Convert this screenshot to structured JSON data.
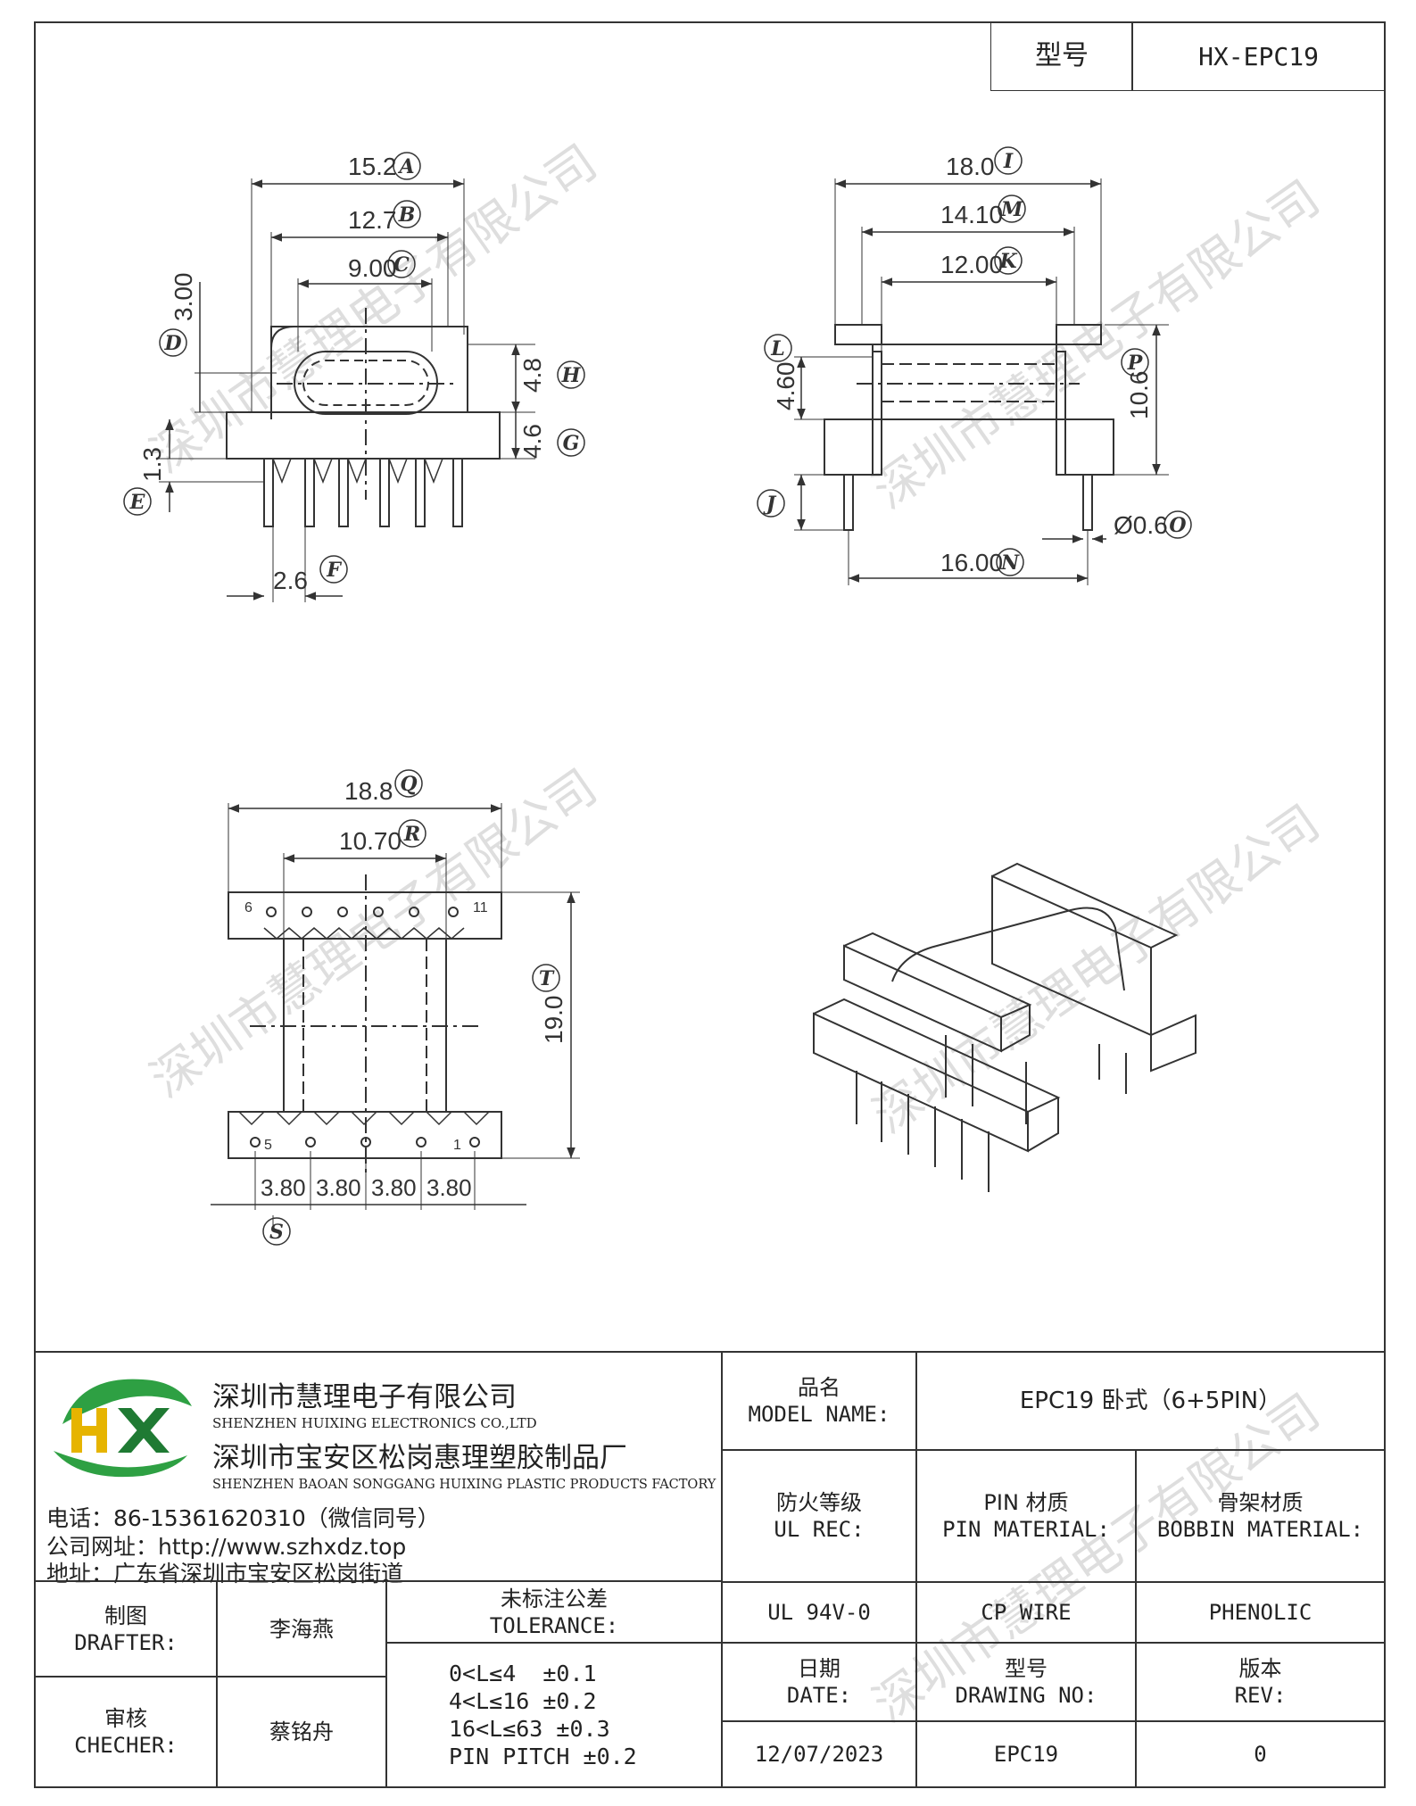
{
  "header": {
    "model_label": "型号",
    "model_value": "HX-EPC19"
  },
  "watermark": "深圳市慧理电子有限公司",
  "dimensions": {
    "A": "15.2",
    "B": "12.7",
    "C": "9.00",
    "D": "3.00",
    "E": "1.3",
    "F": "2.6",
    "G": "4.6",
    "H": "4.8",
    "I": "18.0",
    "M": "14.10",
    "K": "12.00",
    "L": "4.60",
    "J": "",
    "N": "16.00",
    "O": "Ø0.6",
    "P": "10.6",
    "Q": "18.8",
    "R": "10.70",
    "T": "19.0",
    "S_pitch": [
      "3.80",
      "3.80",
      "3.80",
      "3.80"
    ]
  },
  "letters": {
    "A": "A",
    "B": "B",
    "C": "C",
    "D": "D",
    "E": "E",
    "F": "F",
    "G": "G",
    "H": "H",
    "I": "I",
    "J": "J",
    "K": "K",
    "L": "L",
    "M": "M",
    "N": "N",
    "O": "O",
    "P": "P",
    "Q": "Q",
    "R": "R",
    "S": "S",
    "T": "T"
  },
  "pins": {
    "top_left": "6",
    "top_right": "11",
    "bottom_left": "5",
    "bottom_right": "1"
  },
  "company": {
    "logo_text": "HX",
    "name_cn_1": "深圳市慧理电子有限公司",
    "name_en_1": "SHENZHEN HUIXING ELECTRONICS CO.,LTD",
    "name_cn_2": "深圳市宝安区松岗惠理塑胶制品厂",
    "name_en_2": "SHENZHEN BAOAN SONGGANG HUIXING PLASTIC PRODUCTS FACTORY",
    "phone": "电话：86-15361620310（微信同号）",
    "website": "公司网址：http://www.szhxdz.top",
    "address": "地址：广东省深圳市宝安区松岗街道"
  },
  "title_block": {
    "model_name_cn": "品名",
    "model_name_en": "MODEL NAME:",
    "model_name_value": "EPC19 卧式（6+5PIN）",
    "ul_cn": "防火等级",
    "ul_en": "UL REC:",
    "pin_cn": "PIN 材质",
    "pin_en": "PIN MATERIAL:",
    "bobbin_cn": "骨架材质",
    "bobbin_en": "BOBBIN MATERIAL:",
    "ul_value": "UL 94V-0",
    "pin_value": "CP WIRE",
    "bobbin_value": "PHENOLIC",
    "drafter_cn": "制图",
    "drafter_en": "DRAFTER:",
    "drafter_value": "李海燕",
    "checker_cn": "审核",
    "checker_en": "CHECHER:",
    "checker_value": "蔡铭舟",
    "tolerance_cn": "未标注公差",
    "tolerance_en": "TOLERANCE:",
    "tolerance_lines": [
      "0<L≤4  ±0.1",
      "4<L≤16 ±0.2",
      "16<L≤63 ±0.3",
      "PIN PITCH ±0.2"
    ],
    "date_cn": "日期",
    "date_en": "DATE:",
    "date_value": "12/07/2023",
    "drawing_cn": "型号",
    "drawing_en": "DRAWING NO:",
    "drawing_value": "EPC19",
    "rev_cn": "版本",
    "rev_en": "REV:",
    "rev_value": "0"
  }
}
